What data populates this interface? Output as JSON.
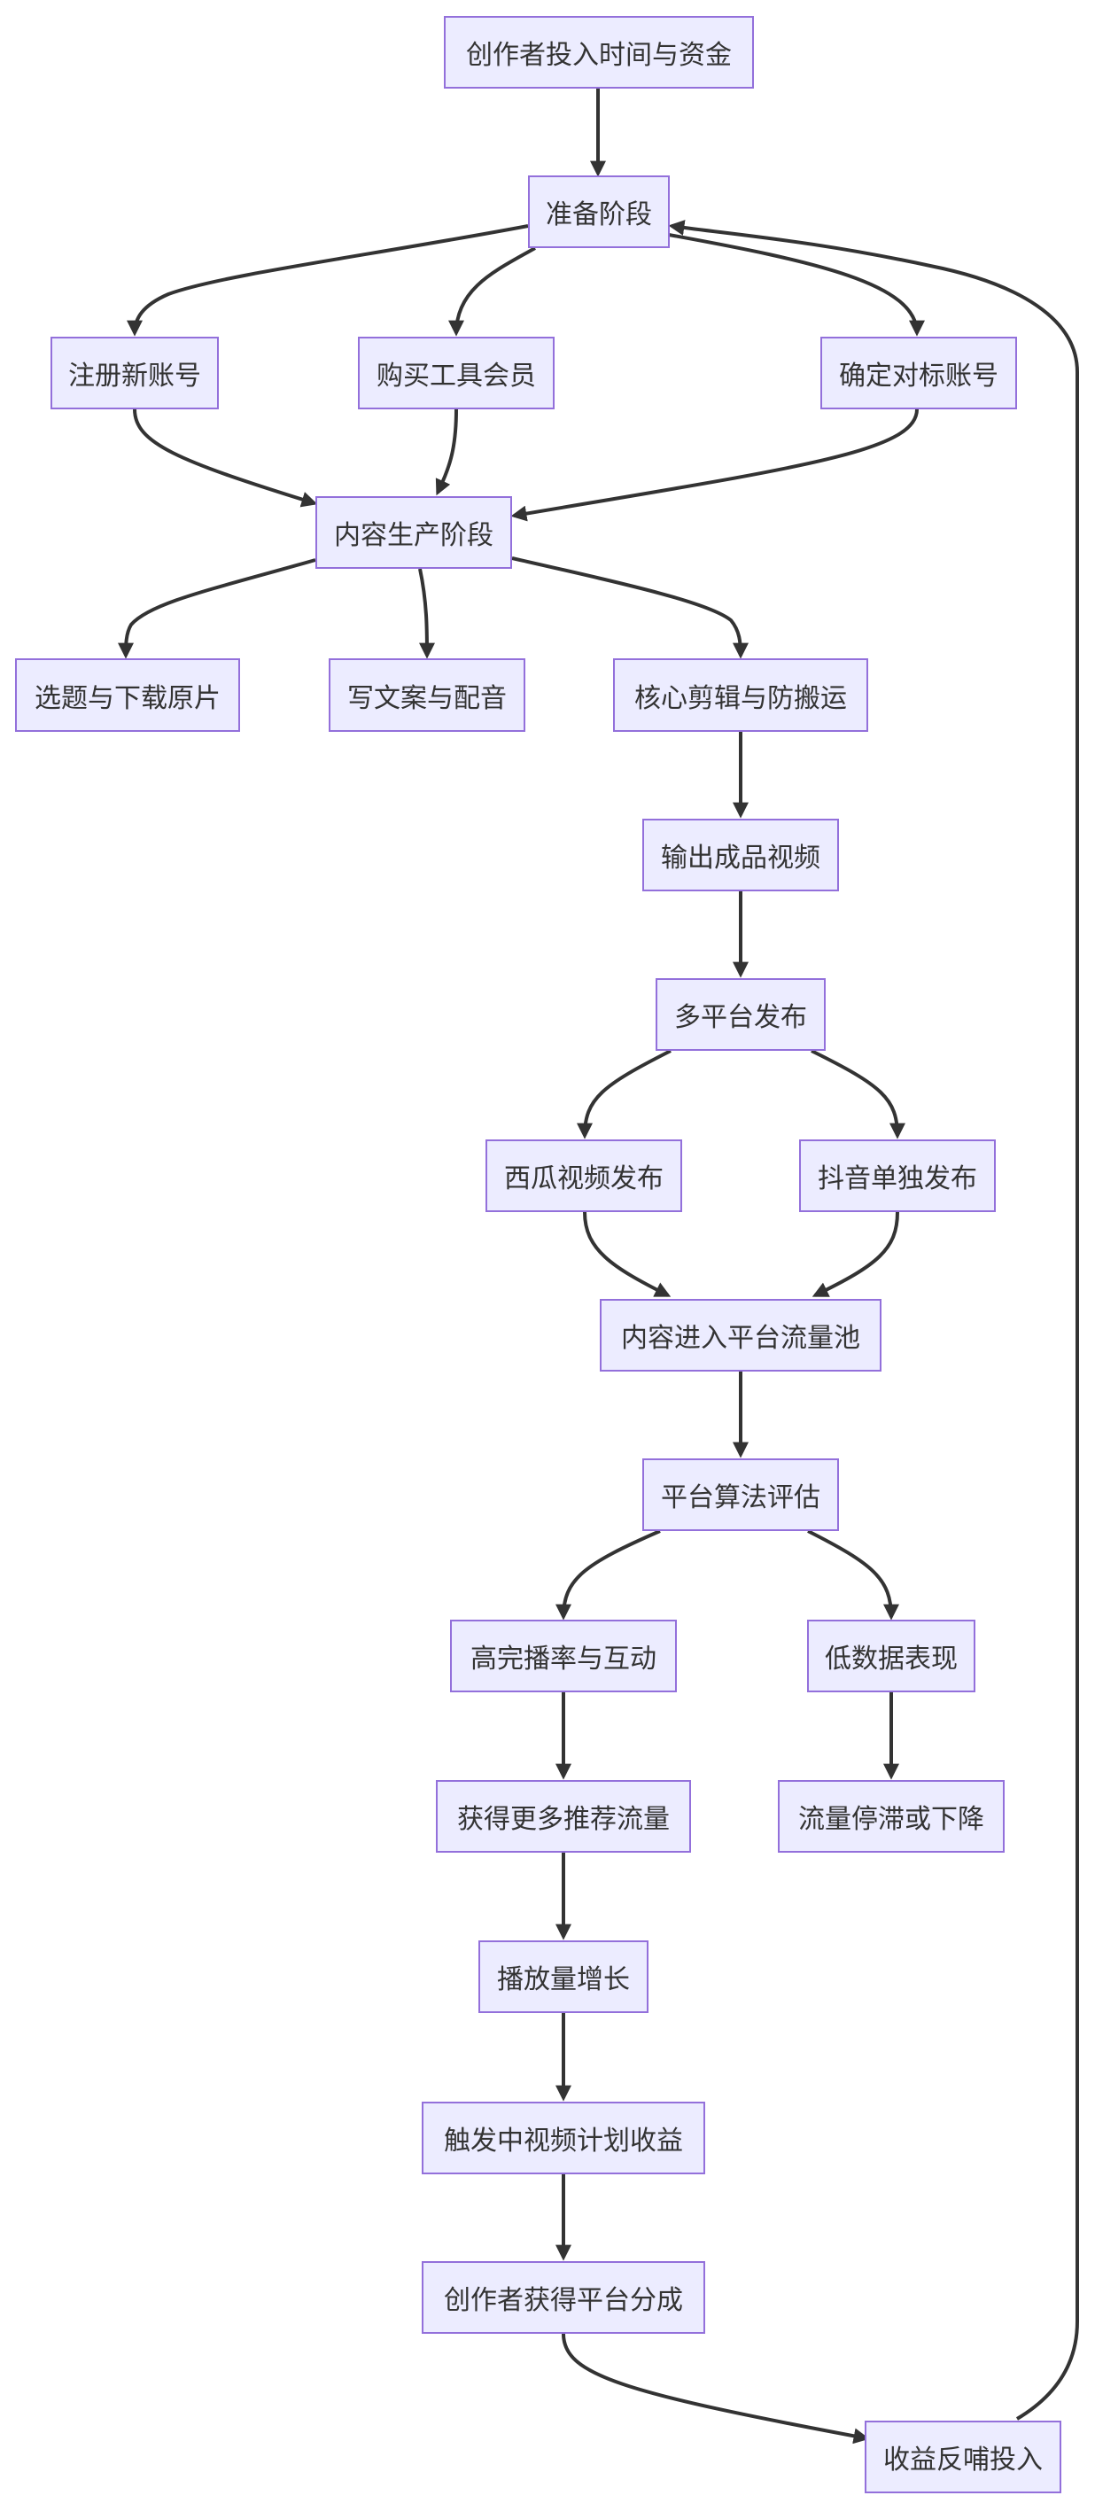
{
  "nodes": {
    "creator_input": "创作者投入时间与资金",
    "prep_stage": "准备阶段",
    "register_account": "注册新账号",
    "buy_tools": "购买工具会员",
    "target_account": "确定对标账号",
    "content_stage": "内容生产阶段",
    "select_download": "选题与下载原片",
    "write_dub": "写文案与配音",
    "core_edit": "核心剪辑与防搬运",
    "output_video": "输出成品视频",
    "multi_publish": "多平台发布",
    "xigua_publish": "西瓜视频发布",
    "douyin_publish": "抖音单独发布",
    "traffic_pool": "内容进入平台流量池",
    "algo_eval": "平台算法评估",
    "high_completion": "高完播率与互动",
    "low_data": "低数据表现",
    "more_traffic": "获得更多推荐流量",
    "traffic_drop": "流量停滞或下降",
    "play_growth": "播放量增长",
    "trigger_revenue": "触发中视频计划收益",
    "creator_share": "创作者获得平台分成",
    "reinvest": "收益反哺投入"
  },
  "colors": {
    "node_fill": "#ececff",
    "node_border": "#9370db",
    "edge": "#333333",
    "text": "#333333"
  }
}
